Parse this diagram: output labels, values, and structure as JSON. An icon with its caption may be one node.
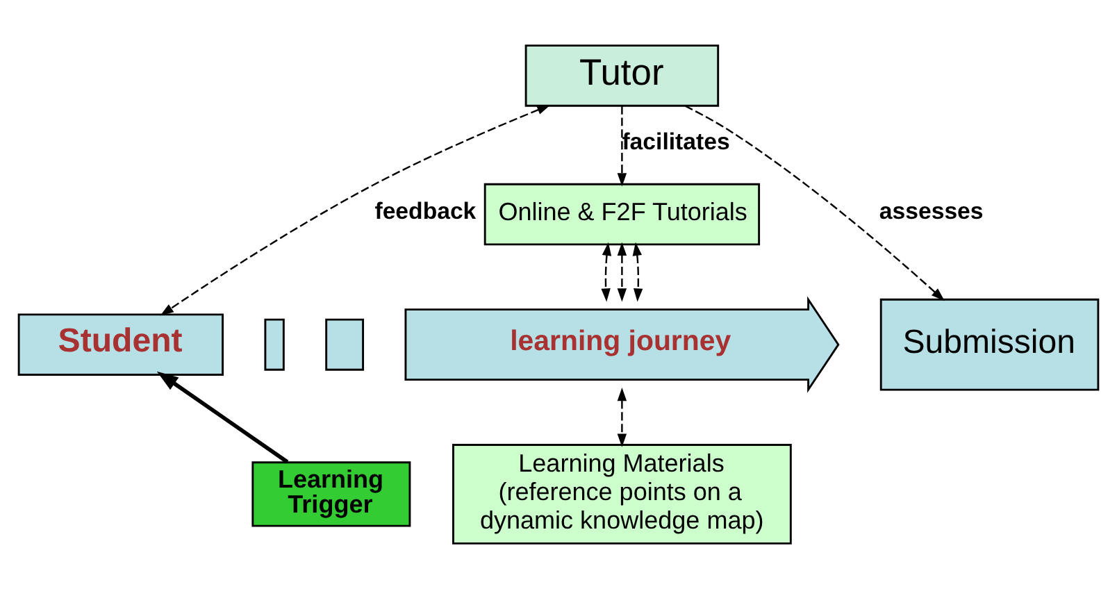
{
  "diagram": {
    "nodes": [
      {
        "text": [
          "Tutor"
        ]
      },
      {
        "text": [
          "Online & F2F Tutorials"
        ]
      },
      {
        "text": [
          "Student"
        ]
      },
      {
        "text": [],
        "shape": "box"
      },
      {
        "text": [],
        "shape": "box"
      },
      {
        "text": [
          "learning journey"
        ]
      },
      {
        "text": [
          "Submission"
        ]
      },
      {
        "text": [
          "Learning Trigger"
        ]
      },
      {
        "text": [
          "Learning Materials",
          "(reference points on a dynamic knowledge map)"
        ]
      }
    ],
    "edges": [
      {
        "from": 0,
        "to": 2,
        "arrow": "both",
        "label": "feedback",
        "style": "dashed"
      },
      {
        "from": 0,
        "to": 1,
        "arrow": "to",
        "label": "facilitates",
        "style": "dashed"
      },
      {
        "from": 0,
        "to": 6,
        "arrow": "to",
        "label": "assesses",
        "style": "dashed"
      },
      {
        "from": 1,
        "to": 5,
        "arrow": "both",
        "style": "dashed"
      },
      {
        "from": 1,
        "to": 5,
        "arrow": "both",
        "style": "dashed"
      },
      {
        "from": 1,
        "to": 5,
        "arrow": "both",
        "style": "dashed"
      },
      {
        "from": 5,
        "to": 8,
        "arrow": "both",
        "style": "dashed"
      },
      {
        "from": 7,
        "to": 2,
        "arrow": "to",
        "style": "thick"
      }
    ]
  }
}
